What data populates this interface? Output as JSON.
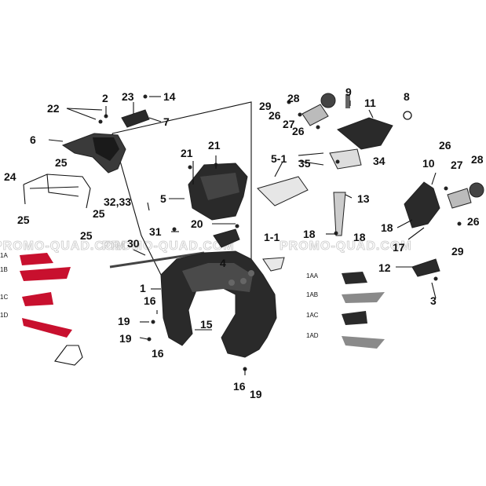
{
  "watermark": [
    "PROMO-QUAD.COM",
    "PROMO-QUAD.COM",
    "PROMO-QUAD.COM"
  ],
  "callouts": {
    "c2": "2",
    "c3": "3",
    "c4": "4",
    "c5": "5",
    "c5_1": "5-1",
    "c6": "6",
    "c7": "7",
    "c8": "8",
    "c9": "9",
    "c10": "10",
    "c11": "11",
    "c12": "12",
    "c13": "13",
    "c14": "14",
    "c15": "15",
    "c16a": "16",
    "c16b": "16",
    "c16c": "16",
    "c17": "17",
    "c18a": "18",
    "c18b": "18",
    "c18c": "18",
    "c19a": "19",
    "c19b": "19",
    "c19c": "19",
    "c20": "20",
    "c21a": "21",
    "c21b": "21",
    "c22": "22",
    "c23": "23",
    "c24": "24",
    "c25a": "25",
    "c25b": "25",
    "c25c": "25",
    "c25d": "25",
    "c26a": "26",
    "c26b": "26",
    "c26c": "26",
    "c26d": "26",
    "c27a": "27",
    "c27b": "27",
    "c28a": "28",
    "c28b": "28",
    "c29a": "29",
    "c29b": "29",
    "c30": "30",
    "c31": "31",
    "c32_33": "32,33",
    "c34": "34",
    "c35": "35",
    "c1": "1",
    "c1_1": "1-1",
    "c1A": "1A",
    "c1B": "1B",
    "c1C": "1C",
    "c1D": "1D",
    "c1AA": "1AA",
    "c1AB": "1AB",
    "c1AC": "1AC",
    "c1AD": "1AD"
  },
  "colors": {
    "accent_red": "#c8102e",
    "part_dark": "#2a2a2a",
    "part_grey": "#8a8a8a"
  }
}
